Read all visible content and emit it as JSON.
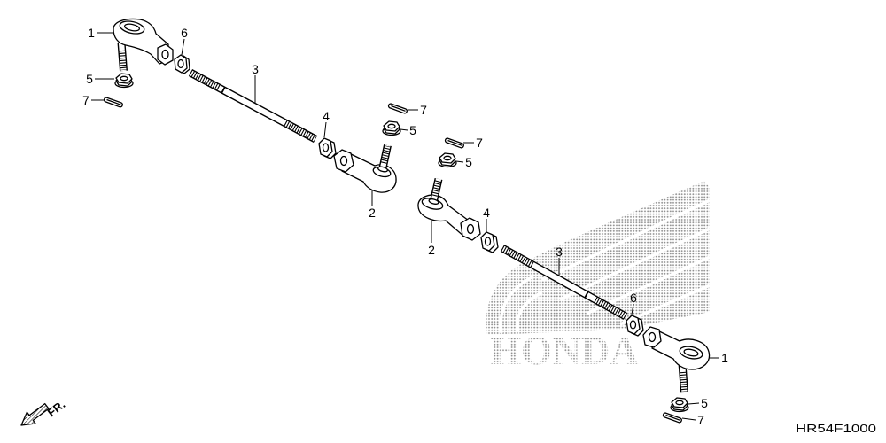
{
  "colors": {
    "line": "#000000",
    "watermark": "#8f8f8f",
    "background": "#ffffff"
  },
  "callouts": [
    {
      "label": "1"
    },
    {
      "label": "6"
    },
    {
      "label": "3"
    },
    {
      "label": "5"
    },
    {
      "label": "7"
    },
    {
      "label": "4"
    },
    {
      "label": "7"
    },
    {
      "label": "5"
    },
    {
      "label": "7"
    },
    {
      "label": "5"
    },
    {
      "label": "2"
    },
    {
      "label": "4"
    },
    {
      "label": "2"
    },
    {
      "label": "3"
    },
    {
      "label": "6"
    },
    {
      "label": "1"
    },
    {
      "label": "5"
    },
    {
      "label": "7"
    }
  ],
  "direction_label": "FR.",
  "direction_icon": "front-arrow-icon",
  "logo_text": "HONDA",
  "diagram_code": "HR54F1000"
}
